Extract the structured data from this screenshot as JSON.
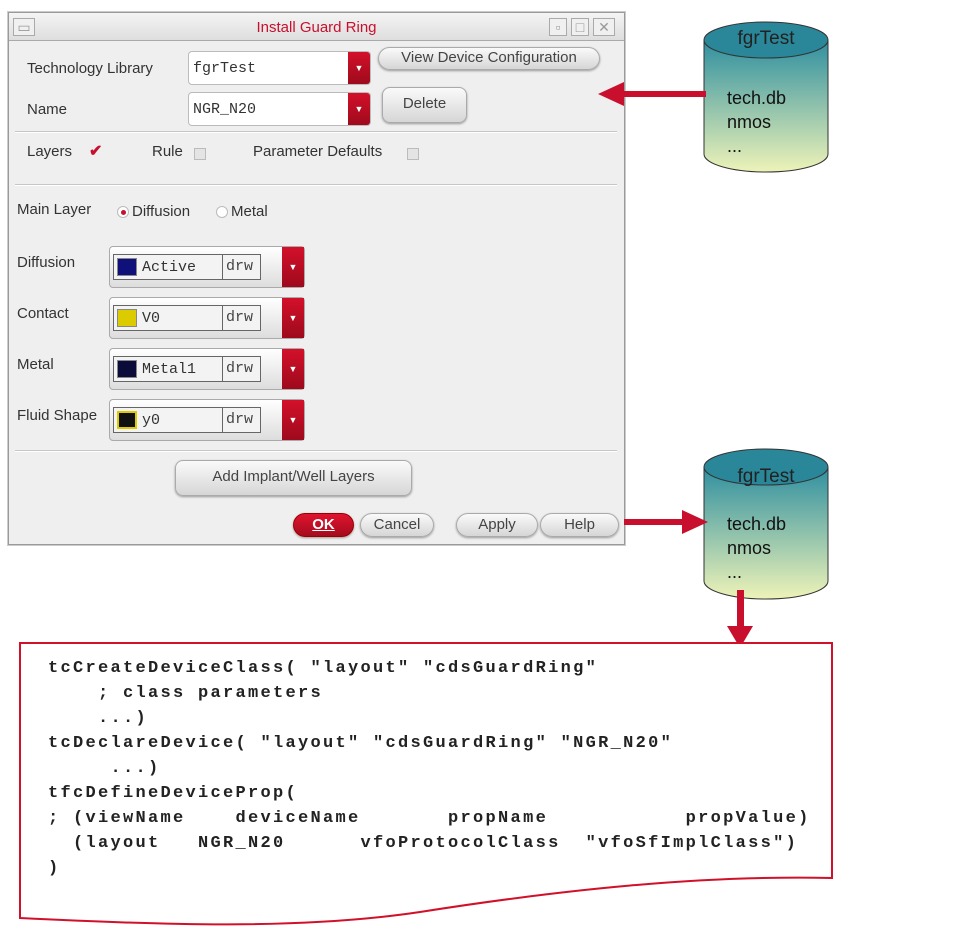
{
  "dialog": {
    "title": "Install Guard Ring",
    "tech_library": {
      "label": "Technology Library",
      "value": "fgrTest"
    },
    "name": {
      "label": "Name",
      "value": "NGR_N20"
    },
    "view_config_button": "View Device Configuration",
    "delete_button": "Delete",
    "tabs": [
      {
        "label": "Layers",
        "checked": true
      },
      {
        "label": "Rule",
        "checked": false
      },
      {
        "label": "Parameter Defaults",
        "checked": false
      }
    ],
    "main_layer": {
      "label": "Main Layer",
      "options": [
        "Diffusion",
        "Metal"
      ],
      "selected": "Diffusion"
    },
    "layers": [
      {
        "label": "Diffusion",
        "layer": "Active",
        "purpose": "drw",
        "color": "#10107a"
      },
      {
        "label": "Contact",
        "layer": "V0",
        "purpose": "drw",
        "color": "#dccb00"
      },
      {
        "label": "Metal",
        "layer": "Metal1",
        "purpose": "drw",
        "color": "#0c0c3a"
      },
      {
        "label": "Fluid Shape",
        "layer": "y0",
        "purpose": "drw",
        "color": "#111111"
      }
    ],
    "add_implant_button": "Add Implant/Well Layers",
    "buttons": {
      "ok": "OK",
      "cancel": "Cancel",
      "apply": "Apply",
      "help": "Help"
    }
  },
  "db_top": {
    "title": "fgrTest",
    "items": [
      "tech.db",
      "nmos",
      "..."
    ]
  },
  "db_bottom": {
    "title": "fgrTest",
    "items": [
      "tech.db",
      "nmos",
      "..."
    ]
  },
  "code": "tcCreateDeviceClass( \"layout\" \"cdsGuardRing\"\n    ; class parameters\n    ...)\ntcDeclareDevice( \"layout\" \"cdsGuardRing\" \"NGR_N20\"\n     ...)\ntfcDefineDeviceProp(\n; (viewName    deviceName       propName           propValue)\n  (layout   NGR_N20      vfoProtocolClass  \"vfoSfImplClass\")\n)",
  "colors": {
    "accent": "#c8102e",
    "cyl_top": "#2f8fa0",
    "cyl_bottom": "#e8f0b8"
  }
}
